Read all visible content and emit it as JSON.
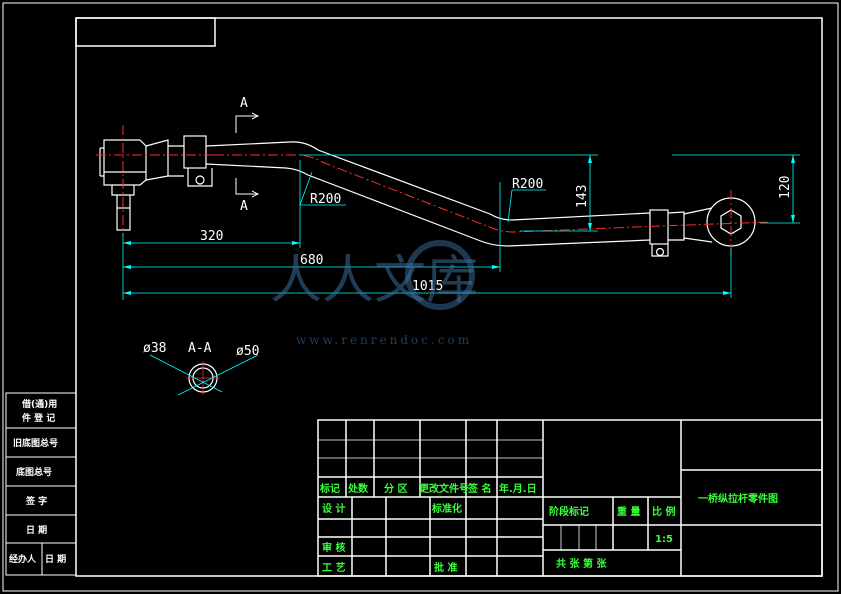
{
  "drawing": {
    "section_mark": "A",
    "section_view_label": "A-A",
    "dims": {
      "d320": "320",
      "d680": "680",
      "d1015": "1015",
      "r200_left": "R200",
      "r200_right": "R200",
      "d143": "143",
      "d120": "120",
      "dia38": "ø38",
      "dia50": "ø50"
    }
  },
  "side_table": {
    "rows": [
      "借(通)用",
      "件 登 记",
      "旧底图总号",
      "底图总号",
      "签  字",
      "日  期",
      "经办人",
      "日 期"
    ]
  },
  "title_block": {
    "headers": [
      "标记",
      "处数",
      "分 区",
      "更改文件号",
      "签 名",
      "年.月.日"
    ],
    "row_design": "设 计",
    "row_standard": "标准化",
    "row_review": "审 核",
    "row_process": "工 艺",
    "row_approve": "批 准",
    "stage_mark": "阶段标记",
    "weight": "重 量",
    "scale_label": "比 例",
    "scale_value": "1:5",
    "sheet_info": "共   张  第   张",
    "part_name": "一桥纵拉杆零件图"
  },
  "watermark": {
    "text": "人人文库",
    "url": "www.renrendoc.com"
  },
  "colors": {
    "background": "#000000",
    "lines": "#ffffff",
    "centerline": "#ff2a2a",
    "dimension": "#00ffff",
    "title_text": "#39ff3c"
  }
}
